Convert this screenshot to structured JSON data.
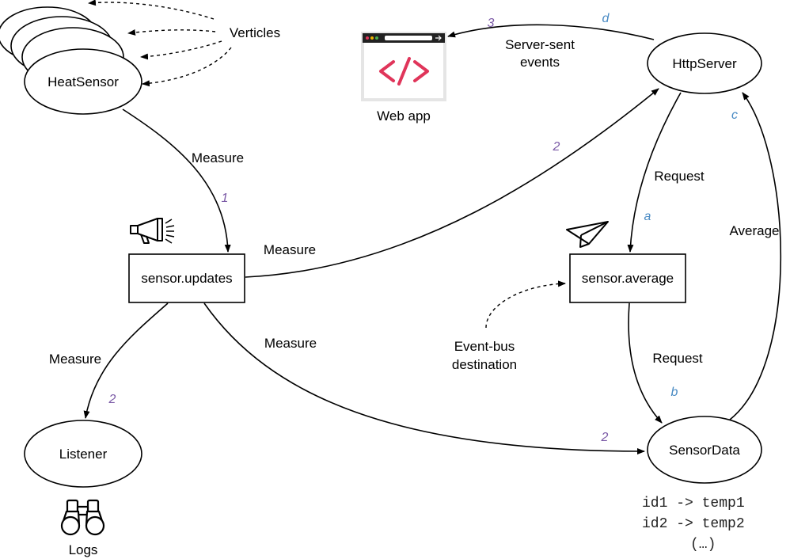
{
  "nodes": {
    "heat_sensor": "HeatSensor",
    "verticles": "Verticles",
    "web_app": "Web app",
    "http_server": "HttpServer",
    "sensor_updates": "sensor.updates",
    "sensor_average": "sensor.average",
    "listener": "Listener",
    "logs": "Logs",
    "sensor_data": "SensorData"
  },
  "edge_labels": {
    "measure_heat_to_updates": "Measure",
    "measure_updates_to_http": "Measure",
    "measure_updates_to_listener": "Measure",
    "measure_updates_to_data": "Measure",
    "request_http_to_average": "Request",
    "request_average_to_data": "Request",
    "average_data_to_http": "Average",
    "server_sent_line1": "Server-sent",
    "server_sent_line2": "events",
    "event_bus_line1": "Event-bus",
    "event_bus_line2": "destination"
  },
  "step_markers": {
    "one": "1",
    "two_http": "2",
    "two_listener": "2",
    "two_data": "2",
    "three": "3",
    "a": "a",
    "b": "b",
    "c": "c",
    "d": "d"
  },
  "data_store": {
    "line1": "id1 -> temp1",
    "line2": "id2 -> temp2",
    "line3": "(…)"
  },
  "colors": {
    "purple_step": "#7b5aa6",
    "blue_step": "#4a8bc4",
    "code_red": "#e0355a"
  },
  "icons": [
    "megaphone-icon",
    "paper-plane-icon",
    "binoculars-icon",
    "browser-window-icon"
  ]
}
